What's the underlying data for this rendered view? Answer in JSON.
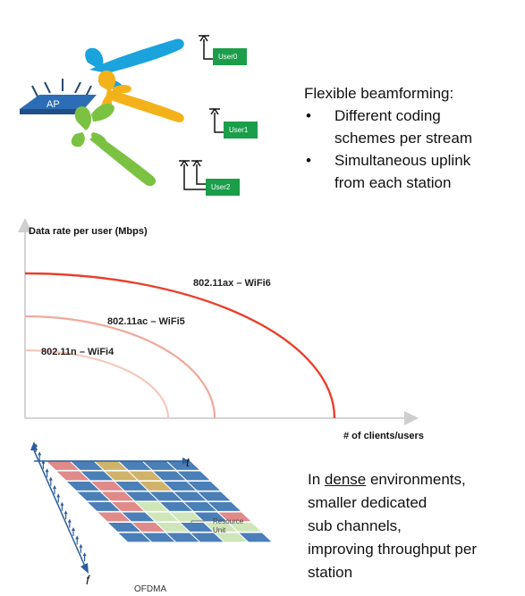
{
  "beamforming": {
    "ap_label": "AP",
    "users": [
      {
        "label": "User0"
      },
      {
        "label": "User1"
      },
      {
        "label": "User2"
      }
    ],
    "beam_colors": {
      "user0": "#1aa3dc",
      "user1": "#f4b21a",
      "user2": "#7cc242"
    },
    "title": "Flexible beamforming:",
    "bullets": [
      {
        "marker": "•",
        "line1": "Different coding",
        "line2": "schemes  per stream"
      },
      {
        "marker": "•",
        "line1": "Simultaneous uplink",
        "line2": "from each station"
      }
    ]
  },
  "chart_data": {
    "type": "line",
    "ylabel": "Data rate per user (Mbps)",
    "xlabel": "# of clients/users",
    "series": [
      {
        "name": "802.11ax – WiFi6",
        "color": "#e8402c"
      },
      {
        "name": "802.11ac – WiFi5",
        "color": "#f2a99a"
      },
      {
        "name": "802.11n – WiFi4",
        "color": "#f6c9be"
      }
    ]
  },
  "ofdma": {
    "t_label": "t",
    "f_label": "f",
    "caption": "OFDMA",
    "resource_label_1": "Resource",
    "resource_label_2": "Unit",
    "colors": {
      "blue": "#4a7fb8",
      "red": "#e08a8a",
      "gold": "#cfb36a",
      "green": "#cfe6b9",
      "axis": "#2c5d9e"
    },
    "grid": [
      [
        "red",
        "blue",
        "gold",
        "blue",
        "blue",
        "blue"
      ],
      [
        "red",
        "blue",
        "gold",
        "gold",
        "blue",
        "blue"
      ],
      [
        "blue",
        "red",
        "blue",
        "gold",
        "blue",
        "blue"
      ],
      [
        "blue",
        "red",
        "blue",
        "blue",
        "blue",
        "blue"
      ],
      [
        "blue",
        "red",
        "green",
        "blue",
        "blue",
        "blue"
      ],
      [
        "red",
        "blue",
        "green",
        "green",
        "blue",
        "red"
      ],
      [
        "blue",
        "red",
        "green",
        "blue",
        "green",
        "green"
      ],
      [
        "blue",
        "blue",
        "blue",
        "blue",
        "green",
        "blue"
      ]
    ],
    "text": {
      "line1_pre": "In ",
      "line1_u": "dense",
      "line1_post": " environments,",
      "line2": "smaller dedicated",
      "line3": "sub channels,",
      "line4": "improving throughput per",
      "line5": "station"
    }
  }
}
